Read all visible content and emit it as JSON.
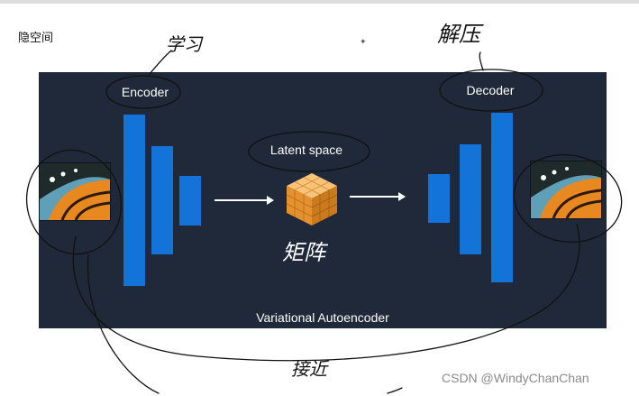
{
  "page": {
    "title": "隐空间"
  },
  "diagram": {
    "encoder_label": "Encoder",
    "decoder_label": "Decoder",
    "latent_label": "Latent space",
    "caption": "Variational Autoencoder"
  },
  "annotations": {
    "encoder_note": "学习",
    "decoder_note": "解压",
    "latent_note": "矩阵",
    "bottom_note": "接近"
  },
  "watermark": "CSDN @WindyChanChan",
  "colors": {
    "panel": "#1f2939",
    "bar": "#1373d9",
    "cube": "#f0a040"
  }
}
